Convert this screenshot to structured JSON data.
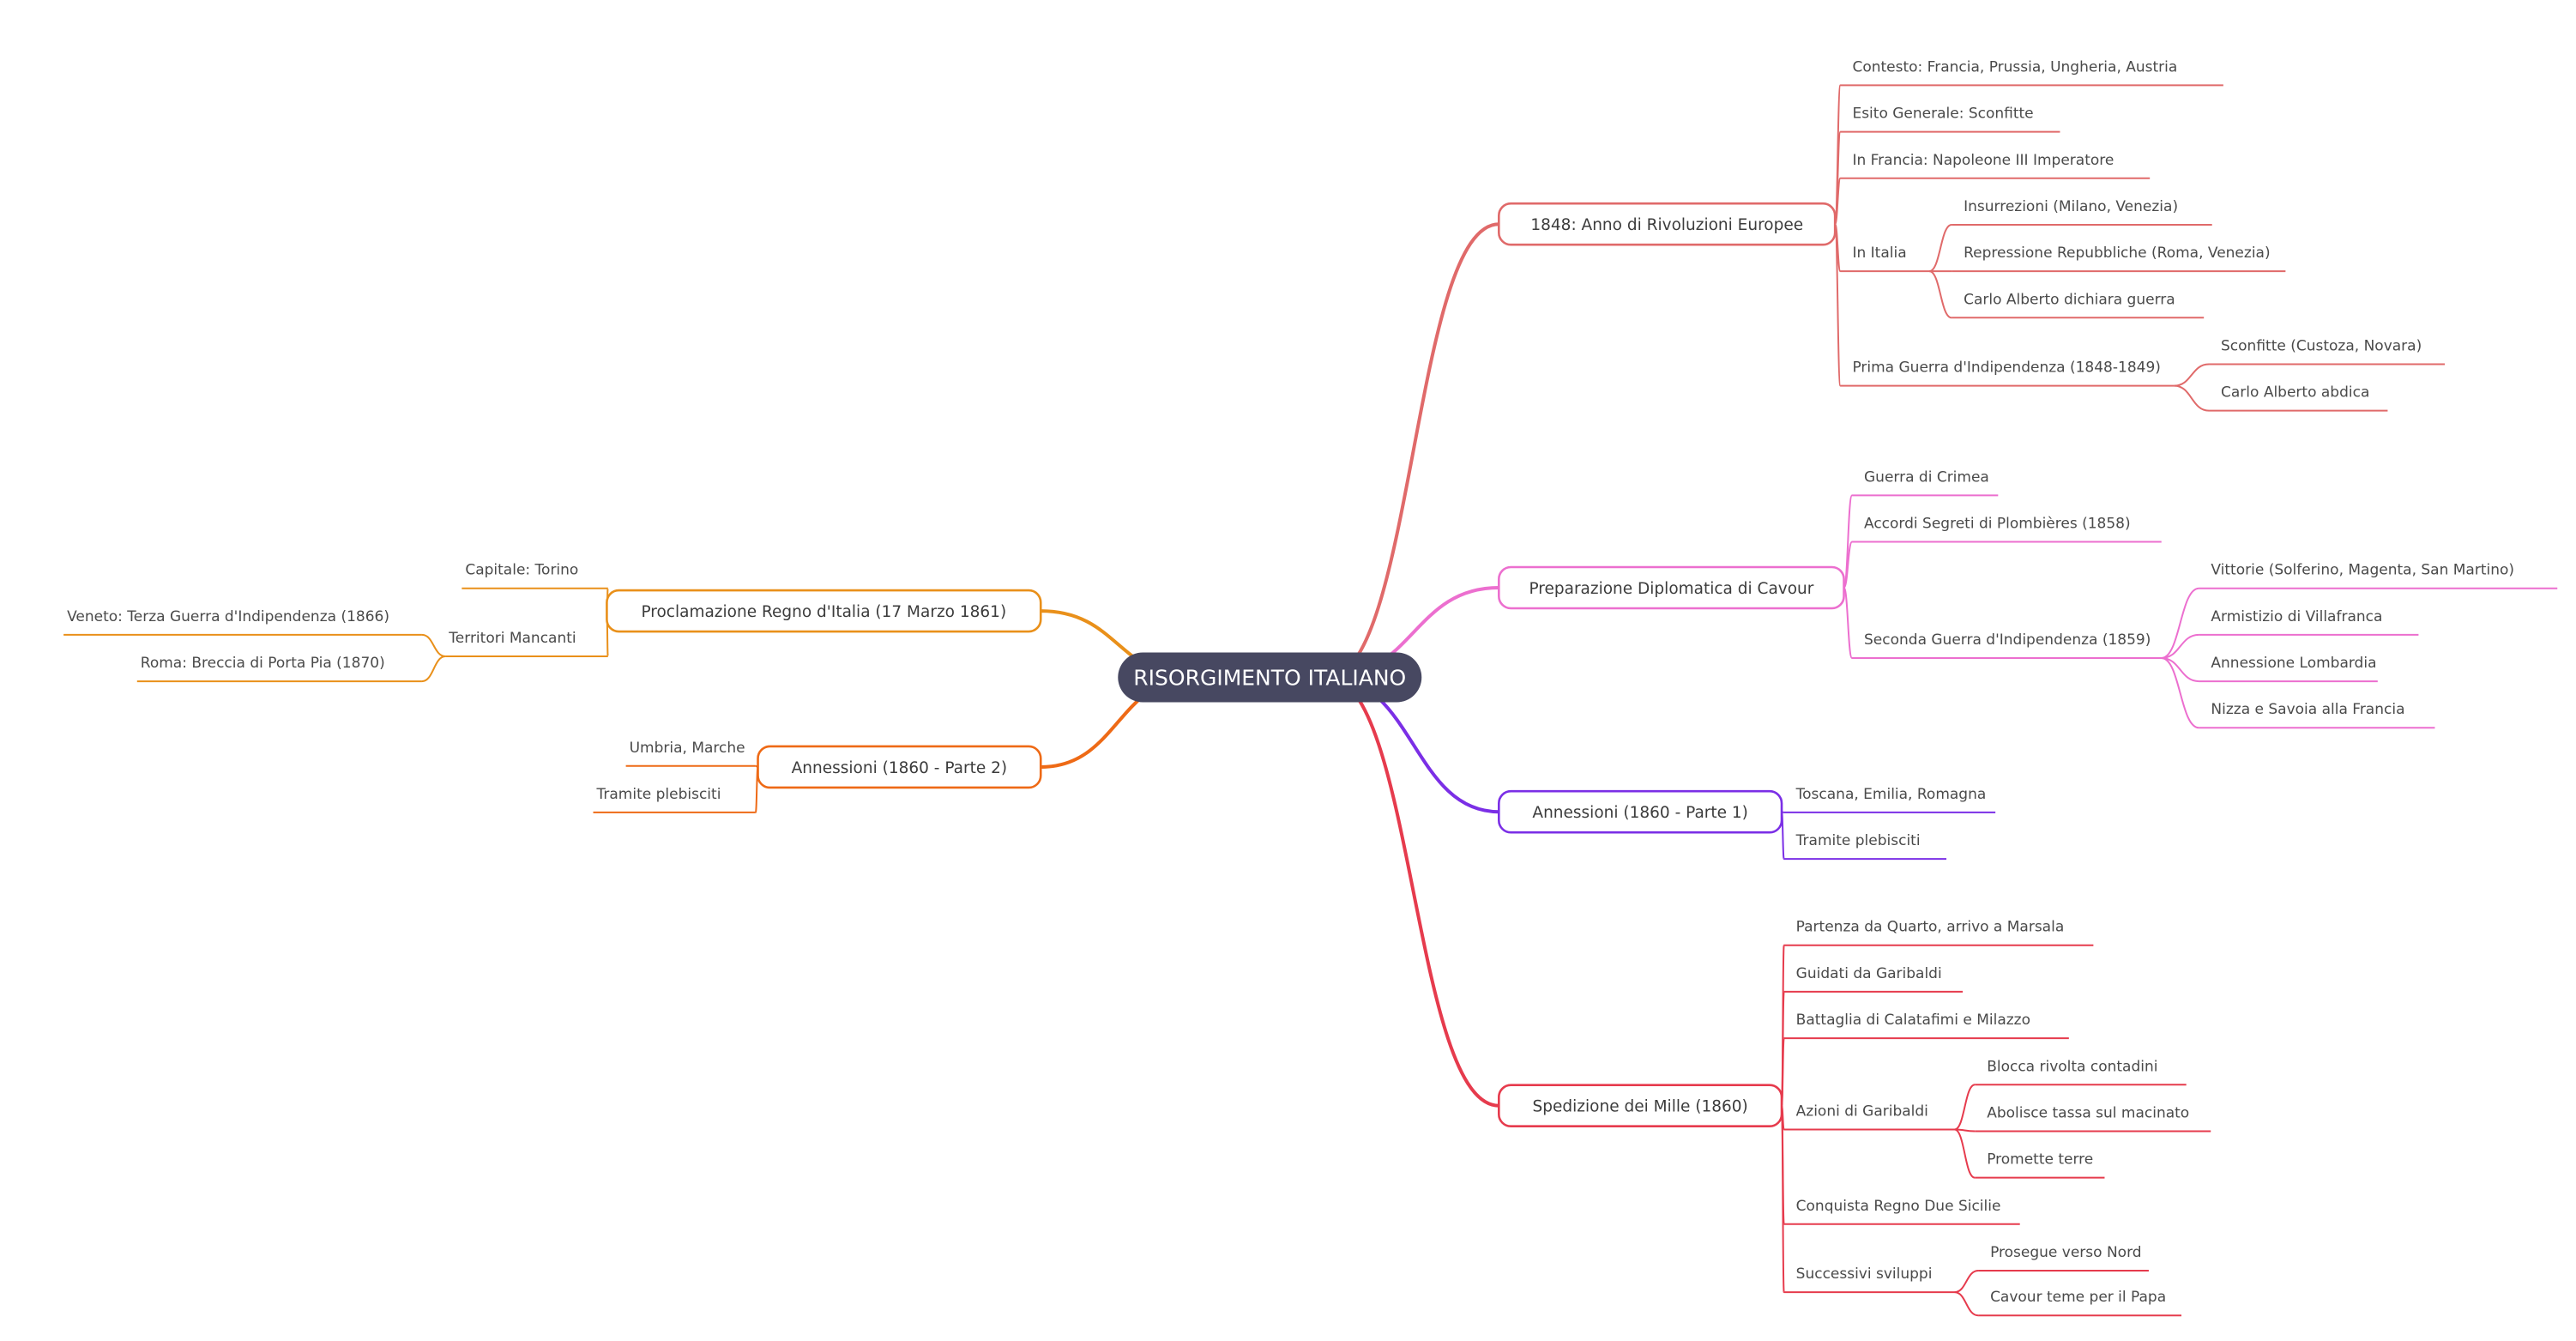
{
  "root": {
    "label": "RISORGIMENTO ITALIANO",
    "fill": "#474861"
  },
  "branches": [
    {
      "id": "b1848",
      "label": "1848: Anno di Rivoluzioni Europee",
      "color": "#e06a6a",
      "children": [
        {
          "label": "Contesto: Francia, Prussia, Ungheria, Austria"
        },
        {
          "label": "Esito Generale: Sconfitte"
        },
        {
          "label": "In Francia: Napoleone III Imperatore"
        },
        {
          "label": "In Italia",
          "children": [
            {
              "label": "Insurrezioni (Milano, Venezia)"
            },
            {
              "label": "Repressione Repubbliche (Roma, Venezia)"
            },
            {
              "label": "Carlo Alberto dichiara guerra"
            }
          ]
        },
        {
          "label": "Prima Guerra d'Indipendenza (1848-1849)",
          "children": [
            {
              "label": "Sconfitte (Custoza, Novara)"
            },
            {
              "label": "Carlo Alberto abdica"
            }
          ]
        }
      ]
    },
    {
      "id": "cavour",
      "label": "Preparazione Diplomatica di Cavour",
      "color": "#ec6fcf",
      "children": [
        {
          "label": "Guerra di Crimea"
        },
        {
          "label": "Accordi Segreti di Plombières (1858)"
        },
        {
          "label": "Seconda Guerra d'Indipendenza (1859)",
          "children": [
            {
              "label": "Vittorie (Solferino, Magenta, San Martino)"
            },
            {
              "label": "Armistizio di Villafranca"
            },
            {
              "label": "Annessione Lombardia"
            },
            {
              "label": "Nizza e Savoia alla Francia"
            }
          ]
        }
      ]
    },
    {
      "id": "ann1",
      "label": "Annessioni (1860 - Parte 1)",
      "color": "#7b2fe6",
      "children": [
        {
          "label": "Toscana, Emilia, Romagna"
        },
        {
          "label": "Tramite plebisciti"
        }
      ]
    },
    {
      "id": "mille",
      "label": "Spedizione dei Mille (1860)",
      "color": "#e63b4d",
      "children": [
        {
          "label": "Partenza da Quarto, arrivo a Marsala"
        },
        {
          "label": "Guidati da Garibaldi"
        },
        {
          "label": "Battaglia di Calatafimi e Milazzo"
        },
        {
          "label": "Azioni di Garibaldi",
          "children": [
            {
              "label": "Blocca rivolta contadini"
            },
            {
              "label": "Abolisce tassa sul macinato"
            },
            {
              "label": "Promette terre"
            }
          ]
        },
        {
          "label": "Conquista Regno Due Sicilie"
        },
        {
          "label": "Successivi sviluppi",
          "children": [
            {
              "label": "Prosegue verso Nord"
            },
            {
              "label": "Cavour teme per il Papa"
            }
          ]
        }
      ]
    },
    {
      "id": "procl",
      "label": "Proclamazione Regno d'Italia (17 Marzo 1861)",
      "color": "#e9901a",
      "children": [
        {
          "label": "Capitale: Torino"
        },
        {
          "label": "Territori Mancanti",
          "children": [
            {
              "label": "Veneto: Terza Guerra d'Indipendenza (1866)"
            },
            {
              "label": "Roma: Breccia di Porta Pia (1870)"
            }
          ]
        }
      ]
    },
    {
      "id": "ann2",
      "label": "Annessioni (1860 - Parte 2)",
      "color": "#ee6a16",
      "children": [
        {
          "label": "Umbria, Marche"
        },
        {
          "label": "Tramite plebisciti"
        }
      ]
    }
  ]
}
